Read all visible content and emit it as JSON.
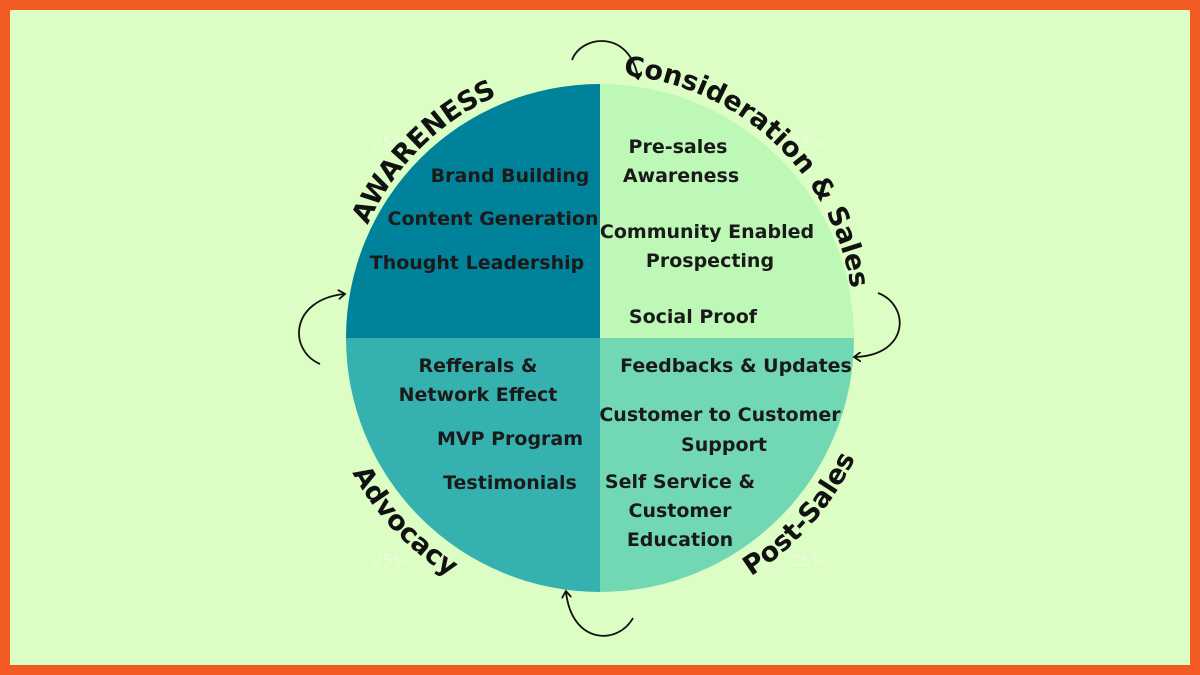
{
  "colors": {
    "border": "#f15a22",
    "background": "#dcfec4",
    "awareness_quadrant": "#00839a",
    "consideration_quadrant": "#bdf8b6",
    "post_sales_quadrant": "#72d8b4",
    "advocacy_quadrant": "#35b1b0",
    "text": "#1a1a1a"
  },
  "phases": {
    "awareness": "AWARENESS",
    "consideration": "Consideration & Sales",
    "post_sales": "Post-Sales",
    "advocacy": "Advocacy"
  },
  "percent_labels": [
    "25%",
    "25%",
    "25%",
    "25%"
  ],
  "quadrants": {
    "awareness": [
      "Brand Building",
      "Content Generation",
      "Thought Leadership"
    ],
    "consideration": [
      "Pre-sales",
      "Awareness",
      "Community Enabled",
      "Prospecting",
      "Social Proof"
    ],
    "post_sales": [
      "Feedbacks & Updates",
      "Customer to Customer",
      "Support",
      "Self Service &",
      "Customer",
      "Education"
    ],
    "advocacy": [
      "Refferals &",
      "Network Effect",
      "MVP Program",
      "Testimonials"
    ]
  },
  "icons": [
    "cycle-arrow-icon",
    "cycle-arrow-icon",
    "cycle-arrow-icon",
    "cycle-arrow-icon"
  ]
}
